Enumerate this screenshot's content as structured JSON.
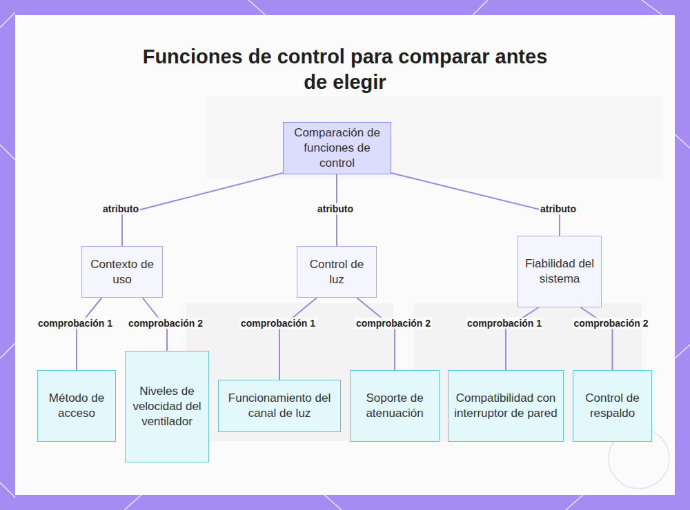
{
  "diagram": {
    "title": "Funciones de control para comparar antes de elegir",
    "nodes": [
      {
        "text": [
          "Comparación de funciones de control"
        ]
      },
      {
        "text": [
          "Contexto de uso"
        ]
      },
      {
        "text": [
          "Control de luz"
        ]
      },
      {
        "text": [
          "Fiabilidad del sistema"
        ]
      },
      {
        "text": [
          "Método de acceso"
        ]
      },
      {
        "text": [
          "Niveles de velocidad del ventilador"
        ]
      },
      {
        "text": [
          "Funcionamiento del canal de luz"
        ]
      },
      {
        "text": [
          "Soporte de atenuación"
        ]
      },
      {
        "text": [
          "Compatibilidad con interruptor de pared"
        ]
      },
      {
        "text": [
          "Control de respaldo"
        ]
      }
    ],
    "edges": [
      {
        "from": 0,
        "to": 1,
        "label": "atributo",
        "arrow": "none"
      },
      {
        "from": 0,
        "to": 2,
        "label": "atributo",
        "arrow": "none"
      },
      {
        "from": 0,
        "to": 3,
        "label": "atributo",
        "arrow": "none"
      },
      {
        "from": 1,
        "to": 4,
        "label": "comprobación 1",
        "arrow": "none"
      },
      {
        "from": 1,
        "to": 5,
        "label": "comprobación 2",
        "arrow": "none"
      },
      {
        "from": 2,
        "to": 6,
        "label": "comprobación 1",
        "arrow": "none"
      },
      {
        "from": 2,
        "to": 7,
        "label": "comprobación 2",
        "arrow": "none"
      },
      {
        "from": 3,
        "to": 8,
        "label": "comprobación 1",
        "arrow": "none"
      },
      {
        "from": 3,
        "to": 9,
        "label": "comprobación 2",
        "arrow": "none"
      }
    ]
  }
}
